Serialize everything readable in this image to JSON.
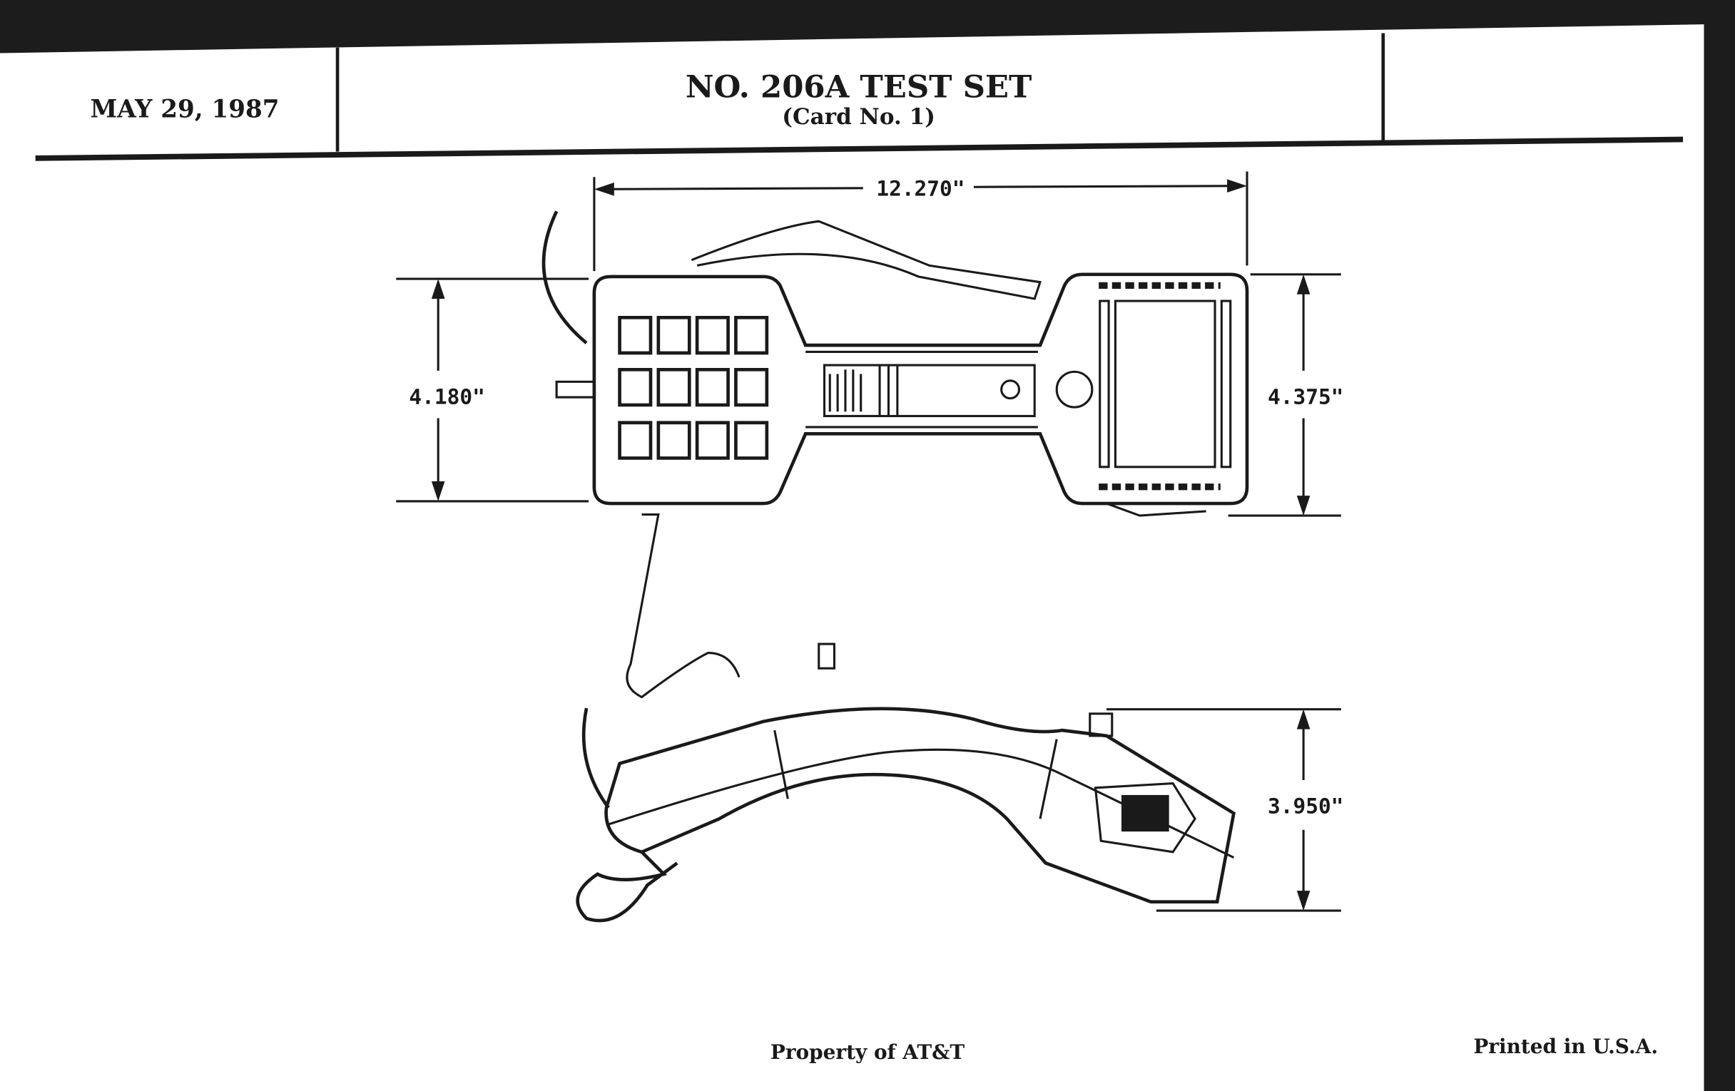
{
  "header": {
    "date": "MAY 29, 1987",
    "title": "NO. 206A TEST SET",
    "subtitle": "(Card No. 1)"
  },
  "dimensions": {
    "length": "12.270\"",
    "left_height": "4.180\"",
    "right_height": "4.375\"",
    "side_height": "3.950\""
  },
  "footer": {
    "property": "Property of AT&T",
    "printed": "Printed in U.S.A."
  }
}
